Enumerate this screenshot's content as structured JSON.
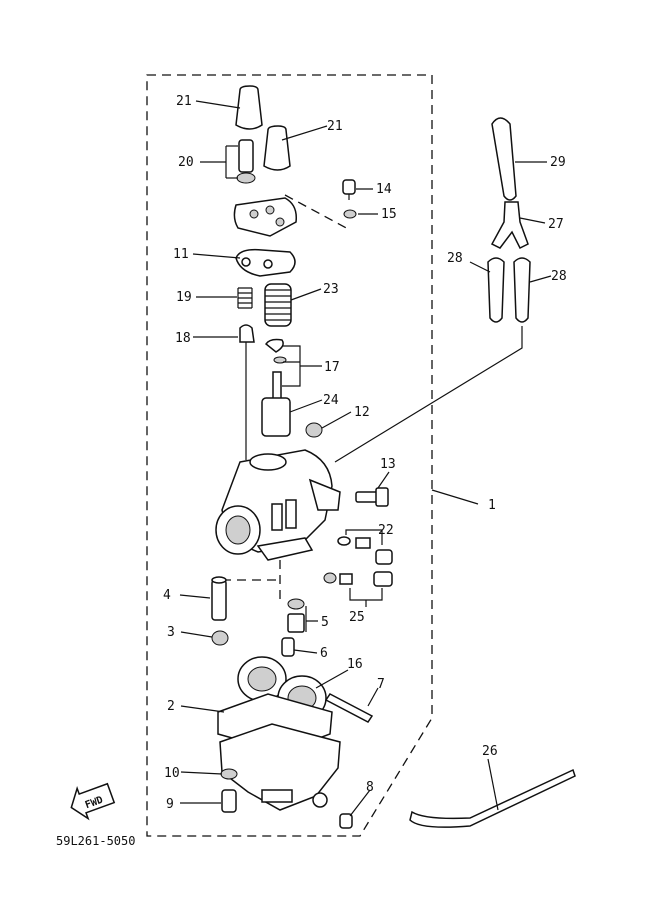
{
  "diagram": {
    "part_labels": {
      "p1": "1",
      "p2": "2",
      "p3": "3",
      "p4": "4",
      "p5": "5",
      "p6": "6",
      "p7": "7",
      "p8": "8",
      "p9": "9",
      "p10": "10",
      "p11": "11",
      "p12": "12",
      "p13": "13",
      "p14": "14",
      "p15": "15",
      "p16": "16",
      "p17": "17",
      "p18": "18",
      "p19": "19",
      "p20": "20",
      "p21a": "21",
      "p21b": "21",
      "p22": "22",
      "p23": "23",
      "p24": "24",
      "p25": "25",
      "p26": "26",
      "p27": "27",
      "p28a": "28",
      "p28b": "28",
      "p29": "29"
    },
    "fwd_label": "FWD",
    "drawing_code": "59L261-5050"
  }
}
